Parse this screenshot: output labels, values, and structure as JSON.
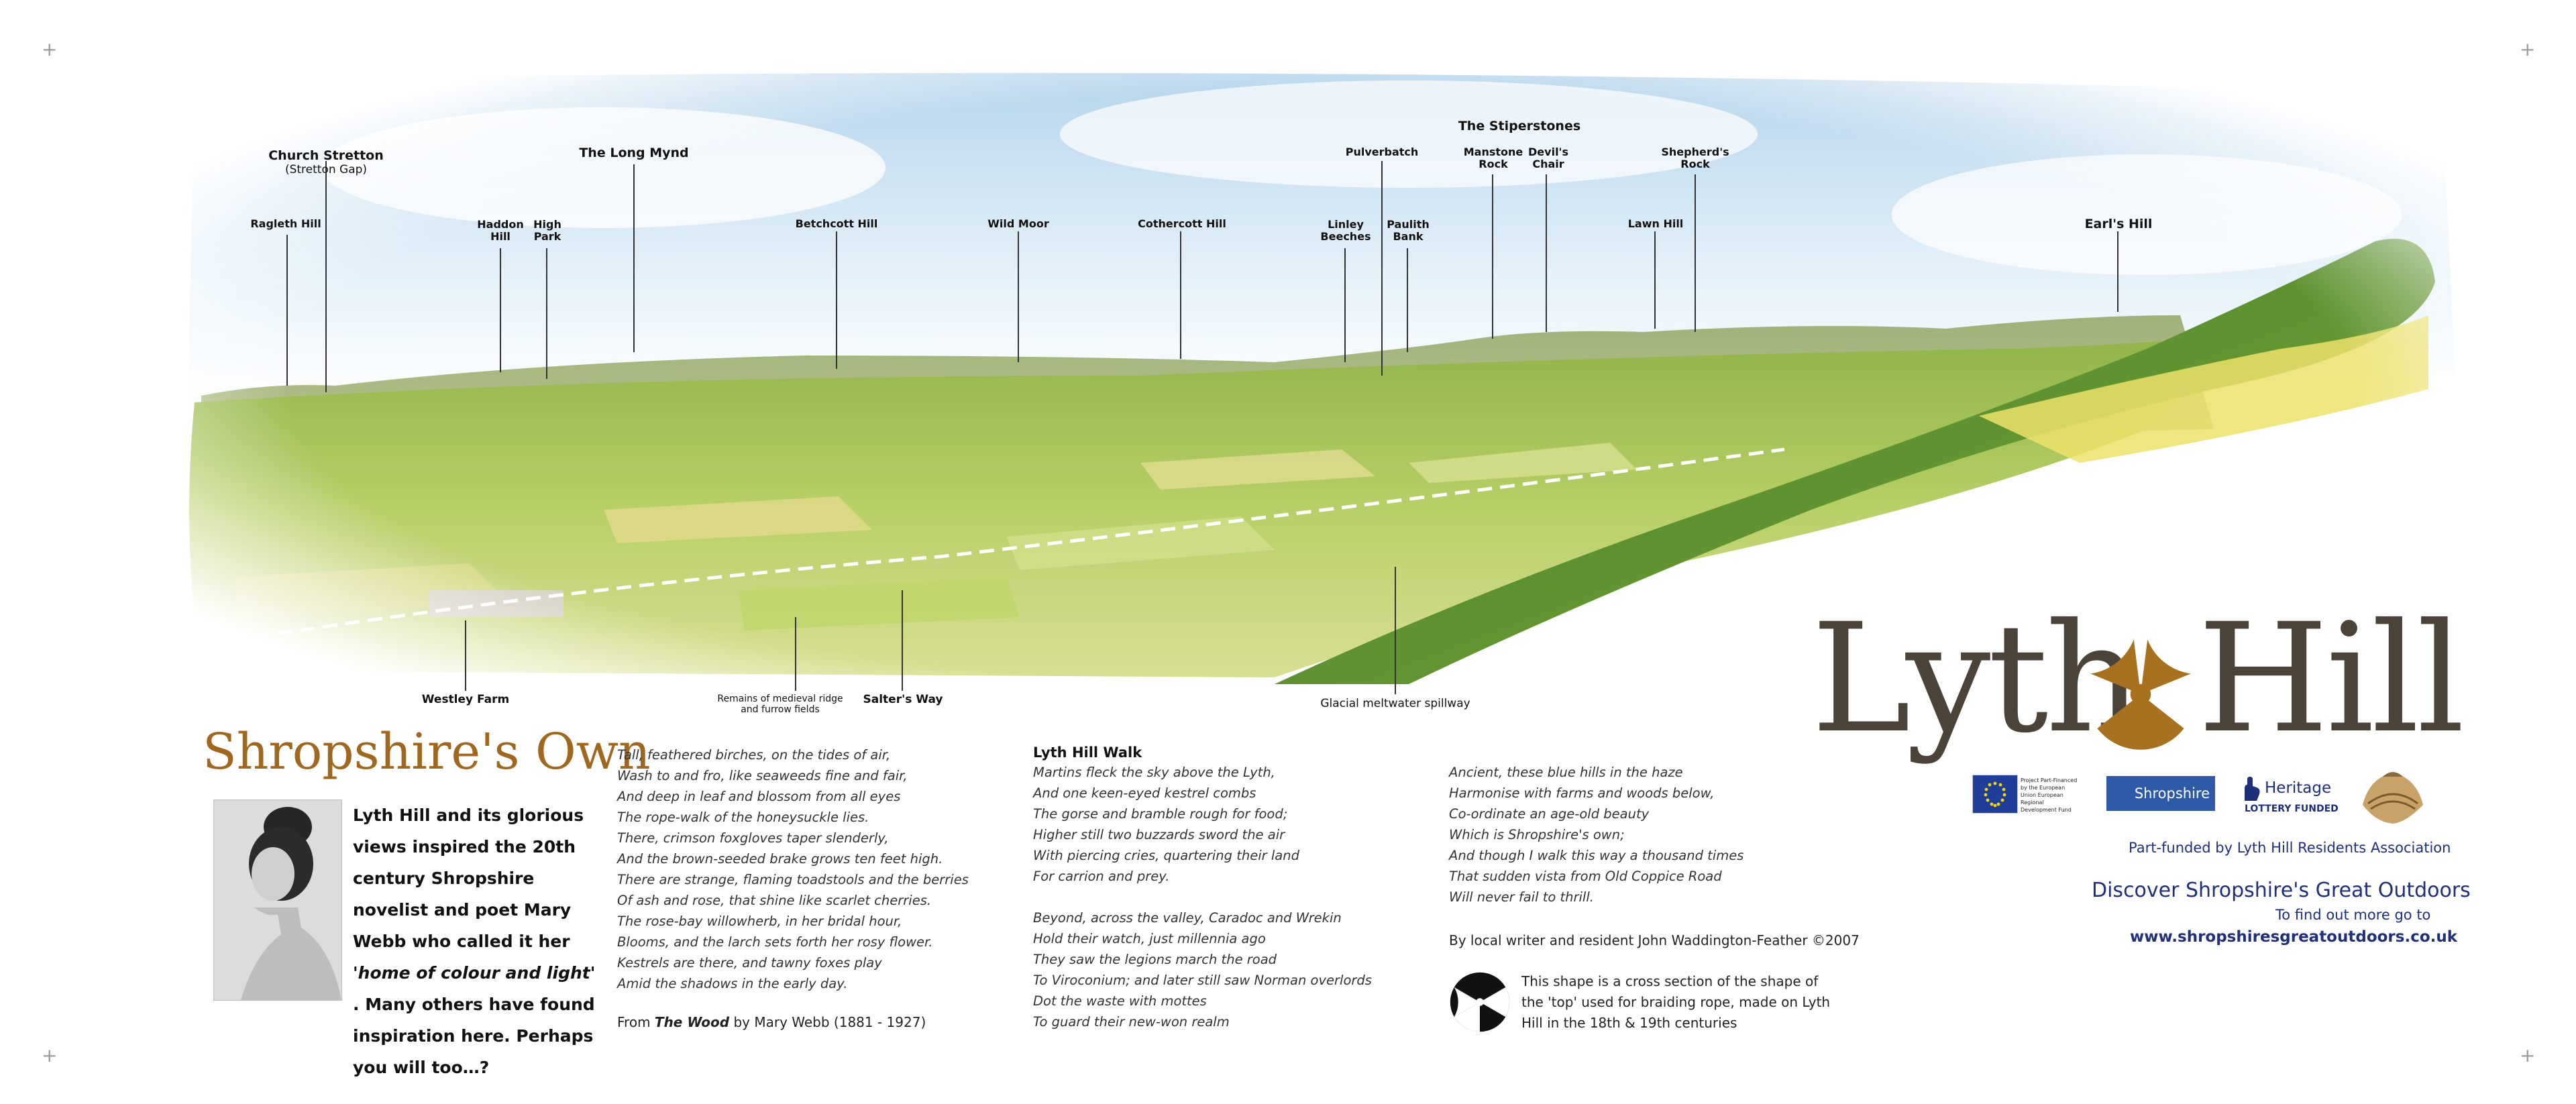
{
  "labels": {
    "church_stretton": "Church Stretton",
    "stretton_gap": "(Stretton Gap)",
    "ragleth_hill": "Ragleth Hill",
    "long_mynd": "The Long Mynd",
    "haddon_hill": "Haddon\nHill",
    "high_park": "High\nPark",
    "betchcott_hill": "Betchcott Hill",
    "wild_moor": "Wild Moor",
    "cothercott_hill": "Cothercott Hill",
    "pulverbatch": "Pulverbatch",
    "linley_beeches": "Linley\nBeeches",
    "paulith_bank": "Paulith\nBank",
    "stiperstones": "The Stiperstones",
    "manstone_rock": "Manstone\nRock",
    "devils_chair": "Devil's\nChair",
    "shepherds_rock": "Shepherd's\nRock",
    "lawn_hill": "Lawn Hill",
    "earls_hill": "Earl's Hill",
    "westley_farm": "Westley Farm",
    "medieval_ridge": "Remains of medieval ridge\nand furrow fields",
    "salters_way": "Salter's Way",
    "glacial_spillway": "Glacial meltwater spillway"
  },
  "left": {
    "title": "Shropshire's Own",
    "intro_1": "Lyth Hill and its glorious views inspired the 20th century Shropshire novelist and poet Mary Webb who called it her ",
    "intro_quote": "'home of colour and light'",
    "intro_2": " . Many others have found inspiration here. Perhaps you will too…?"
  },
  "poem1": {
    "lines": [
      "Tall, feathered birches, on the tides of air,",
      "Wash to and fro, like seaweeds fine and fair,",
      "And deep in leaf and blossom from all eyes",
      "The rope-walk of the honeysuckle lies.",
      "There, crimson foxgloves taper slenderly,",
      "And the brown-seeded brake grows ten feet high.",
      "There are strange, flaming toadstools and the berries",
      "Of ash and rose, that shine like scarlet cherries.",
      "The rose-bay willowherb, in her bridal hour,",
      "Blooms, and the larch sets forth her rosy flower.",
      "Kestrels are there, and tawny foxes play",
      "Amid the shadows in the early day."
    ],
    "from": "From ",
    "work": "The Wood",
    "by": " by Mary Webb (1881 - 1927)"
  },
  "poem2": {
    "title": "Lyth Hill Walk",
    "lines": [
      "Martins fleck the sky above the Lyth,",
      "And one keen-eyed kestrel combs",
      "The gorse and bramble rough for food;",
      "Higher still two buzzards sword the air",
      "With piercing cries, quartering their land",
      "For carrion and prey.",
      "",
      "Beyond, across the valley, Caradoc and Wrekin",
      "Hold their watch, just millennia ago",
      "They saw the legions march the road",
      "To Viroconium; and later still saw Norman overlords",
      "Dot the waste with mottes",
      "To guard their new-won realm"
    ]
  },
  "poem3": {
    "lines": [
      "Ancient, these blue hills in the haze",
      "Harmonise with farms and woods below,",
      "Co-ordinate an age-old beauty",
      "Which is Shropshire's own;",
      "And though I walk this way a thousand times",
      "That sudden vista from Old Coppice Road",
      "Will never fail to thrill."
    ],
    "credit": "By local writer and resident John Waddington-Feather ©2007",
    "shape_note": "This shape is a cross section of the shape of the 'top' used for braiding rope, made on Lyth Hill in the 18th & 19th centuries"
  },
  "brand": {
    "word_left": "Lyth",
    "word_right": "Hill",
    "eu_text": "Project Part-Financed by the European Union European Regional Development Fund",
    "shropshire_badge": "Shropshire",
    "heritage": "Heritage",
    "lottery": "LOTTERY FUNDED",
    "part_funded": "Part-funded by Lyth Hill Residents Association",
    "discover": "Discover Shropshire's Great Outdoors",
    "find_out": "To find out more go to",
    "url": "www.shropshiresgreatoutdoors.co.uk"
  },
  "colors": {
    "title_brown": "#a0671f",
    "logo_brown": "#4b4238",
    "logo_gold": "#a7711f",
    "link_blue": "#1f2f7a"
  }
}
